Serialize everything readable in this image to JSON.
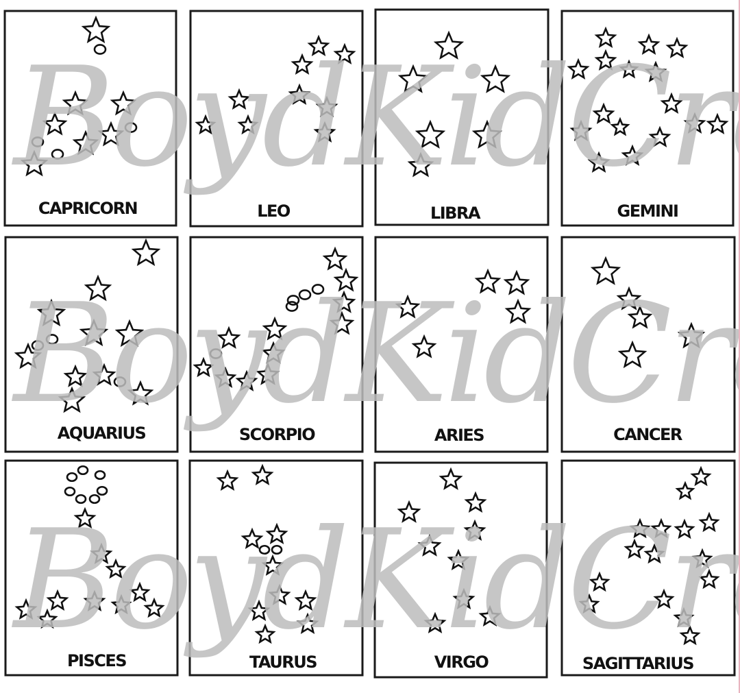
{
  "watermark": {
    "text": "BoydKidCreations",
    "color": "#bdbdbd"
  },
  "colors": {
    "card_border": "#1a1a1a",
    "star_outline": "#111111",
    "label": "#111111",
    "right_edge": "#e8b4bf"
  },
  "cards": [
    {
      "label": "CAPRICORN",
      "icon": "star-icon"
    },
    {
      "label": "LEO",
      "icon": "star-icon"
    },
    {
      "label": "LIBRA",
      "icon": "star-icon"
    },
    {
      "label": "GEMINI",
      "icon": "star-icon"
    },
    {
      "label": "AQUARIUS",
      "icon": "star-icon"
    },
    {
      "label": "SCORPIO",
      "icon": "star-icon"
    },
    {
      "label": "ARIES",
      "icon": "star-icon"
    },
    {
      "label": "CANCER",
      "icon": "star-icon"
    },
    {
      "label": "PISCES",
      "icon": "star-icon"
    },
    {
      "label": "TAURUS",
      "icon": "star-icon"
    },
    {
      "label": "VIRGO",
      "icon": "star-icon"
    },
    {
      "label": "SAGITTARIUS",
      "icon": "star-icon"
    }
  ]
}
